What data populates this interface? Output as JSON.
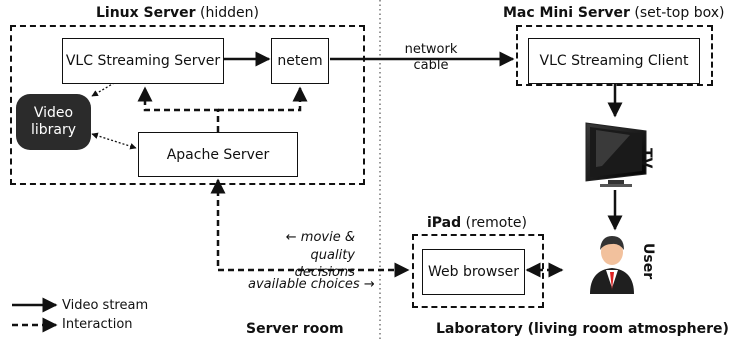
{
  "groups": {
    "linux": {
      "title": "Linux Server",
      "note": "(hidden)"
    },
    "mac": {
      "title": "Mac Mini Server",
      "note": "(set-top box)"
    },
    "ipad": {
      "title": "iPad",
      "note": "(remote)"
    }
  },
  "nodes": {
    "vlc_server": "VLC Streaming Server",
    "netem": "netem",
    "video_library": [
      "Video",
      "library"
    ],
    "apache": "Apache Server",
    "vlc_client": "VLC Streaming Client",
    "web_browser": "Web browser",
    "tv": "TV",
    "user": "User"
  },
  "edge_labels": {
    "network_cable": [
      "network",
      "cable"
    ],
    "movie_quality": [
      "← movie &",
      "quality decisions"
    ],
    "available_choices": "available choices →"
  },
  "legend": {
    "video_stream": "Video stream",
    "interaction": "Interaction"
  },
  "rooms": {
    "server": "Server room",
    "lab": "Laboratory (living room atmosphere)"
  },
  "icons": {
    "tv": "tv-icon",
    "user": "user-icon"
  }
}
